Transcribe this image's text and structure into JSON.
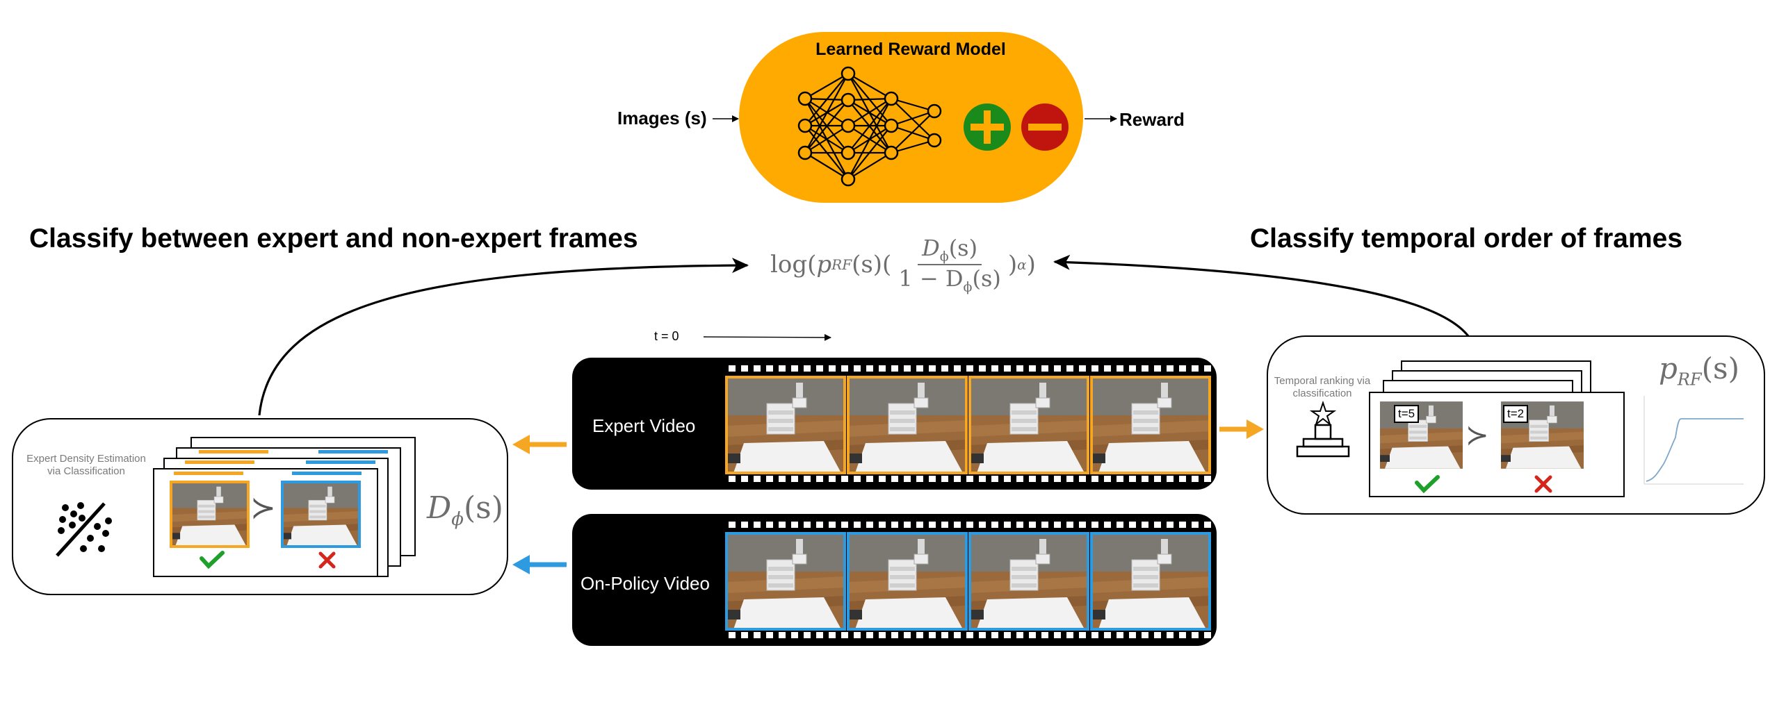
{
  "reward_model": {
    "title": "Learned Reward Model",
    "input_label": "Images (s)",
    "output_label": "Reward",
    "colors": {
      "oval": "#FFAA00",
      "plus": "#1A8A1A",
      "minus": "#C0140E"
    }
  },
  "headings": {
    "left": "Classify between expert and non-expert frames",
    "right": "Classify temporal order of frames"
  },
  "formula": {
    "log": "log(",
    "p": "p",
    "p_sub": "RF",
    "s_open": "(s)(",
    "num": "D",
    "num_sub": "ϕ",
    "num_s": "(s)",
    "den": "1 − D",
    "den_sub": "ϕ",
    "den_s": "(s)",
    "close": ")",
    "alpha": "α",
    "end": ")"
  },
  "timeline": {
    "label": "t = 0"
  },
  "videos": {
    "expert_label": "Expert Video",
    "on_policy_label": "On-Policy Video",
    "colors": {
      "expert": "#F5A623",
      "on_policy": "#2E9BE0"
    }
  },
  "left_panel": {
    "caption": "Expert Density Estimation via Classification",
    "math_main": "D",
    "math_sub": "ϕ",
    "math_tail": "(s)",
    "check_icon": "check-icon",
    "cross_icon": "cross-icon"
  },
  "right_panel": {
    "caption": "Temporal ranking via classification",
    "tag_a": "t=5",
    "tag_b": "t=2",
    "math_main": "p",
    "math_sub": "RF",
    "math_tail": "(s)"
  },
  "symbols": {
    "succ": "≻"
  }
}
